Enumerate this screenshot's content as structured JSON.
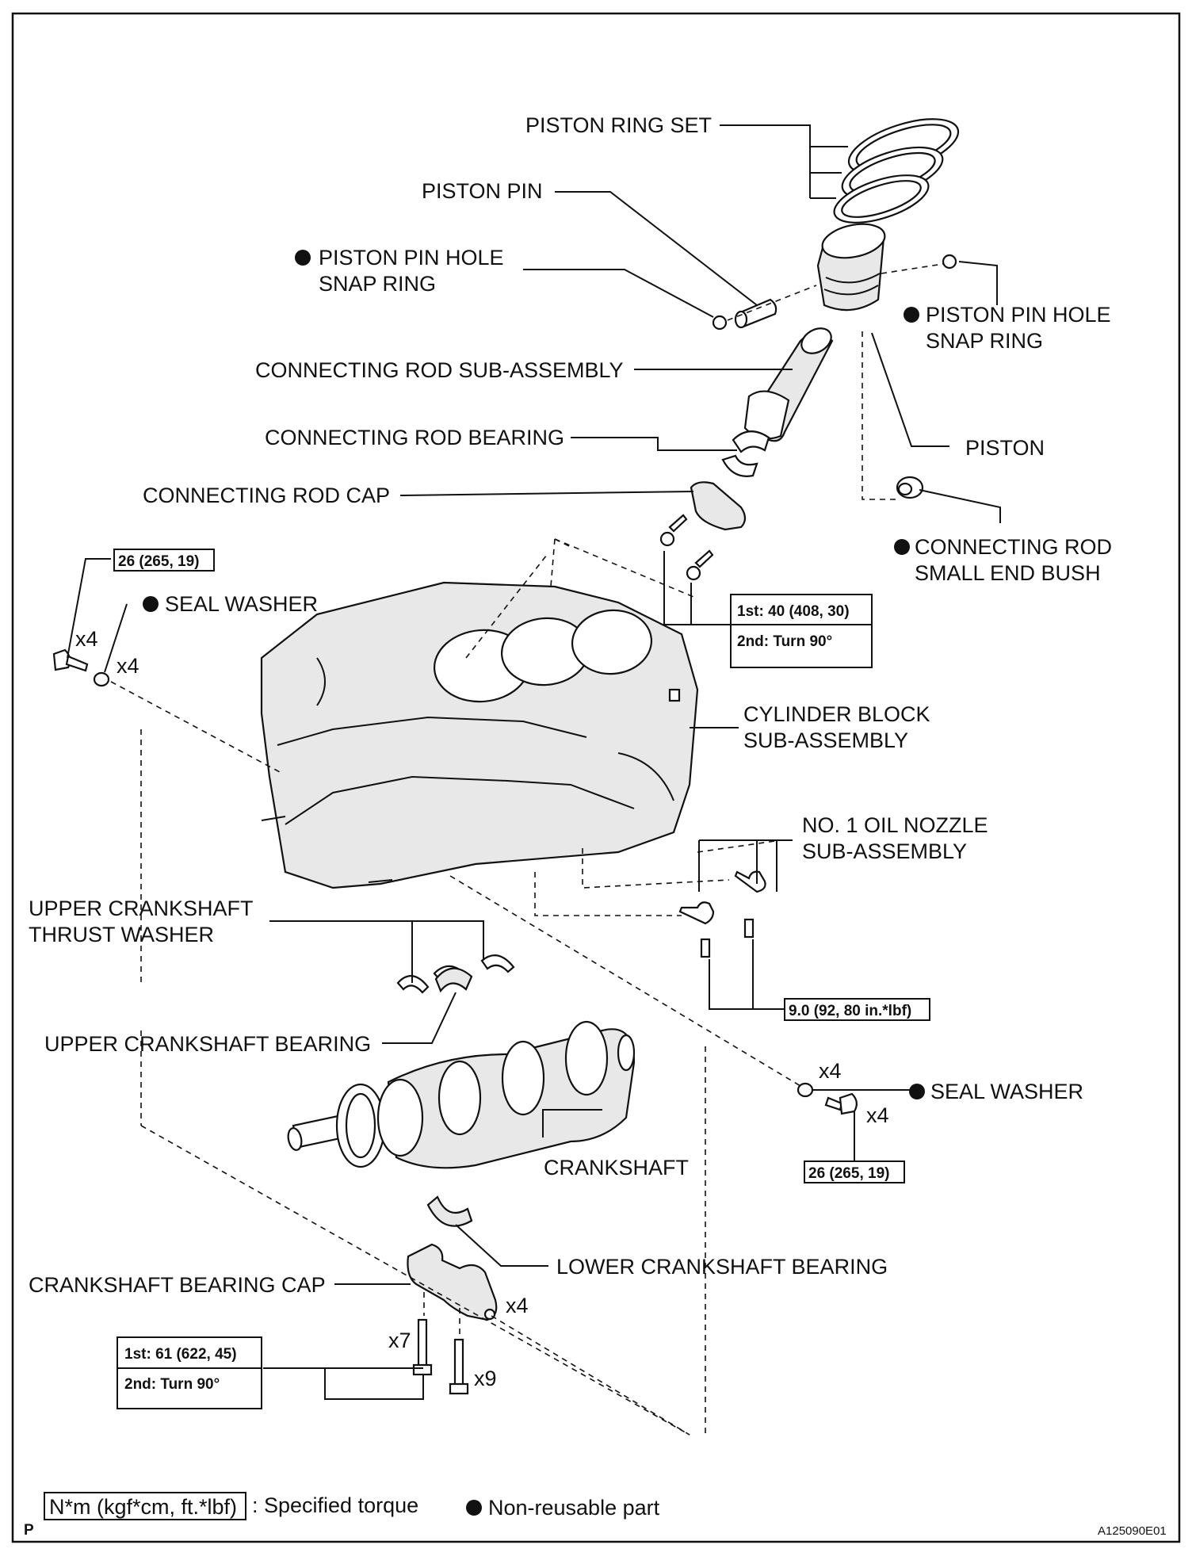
{
  "labels": {
    "piston_ring_set": "PISTON RING SET",
    "piston_pin": "PISTON PIN",
    "snap_ring_left_1": "PISTON PIN HOLE",
    "snap_ring_left_2": "SNAP RING",
    "snap_ring_right_1": "PISTON PIN HOLE",
    "snap_ring_right_2": "SNAP RING",
    "connecting_rod_sub_assembly": "CONNECTING ROD SUB-ASSEMBLY",
    "connecting_rod_bearing": "CONNECTING ROD BEARING",
    "piston": "PISTON",
    "connecting_rod_cap": "CONNECTING ROD CAP",
    "small_end_bush_1": "CONNECTING ROD",
    "small_end_bush_2": "SMALL END BUSH",
    "seal_washer_left": "SEAL WASHER",
    "seal_washer_right": "SEAL WASHER",
    "cylinder_block_1": "CYLINDER BLOCK",
    "cylinder_block_2": "SUB-ASSEMBLY",
    "oil_nozzle_1": "NO. 1 OIL NOZZLE",
    "oil_nozzle_2": "SUB-ASSEMBLY",
    "thrust_washer_1": "UPPER CRANKSHAFT",
    "thrust_washer_2": "THRUST WASHER",
    "upper_bearing": "UPPER CRANKSHAFT BEARING",
    "crankshaft": "CRANKSHAFT",
    "lower_bearing": "LOWER CRANKSHAFT BEARING",
    "bearing_cap": "CRANKSHAFT BEARING CAP"
  },
  "quantities": {
    "bolt_left": "x4",
    "washer_left": "x4",
    "washer_right": "x4",
    "bolt_right": "x4",
    "cap": "x4",
    "bolt_a": "x7",
    "bolt_b": "x9"
  },
  "torque": {
    "left_bolt": "26 (265, 19)",
    "rod_cap_1": "1st: 40 (408, 30)",
    "rod_cap_2": "2nd: Turn 90°",
    "oil_nozzle": "9.0 (92, 80 in.*lbf)",
    "right_bolt": "26 (265, 19)",
    "bearing_cap_1": "1st: 61 (622, 45)",
    "bearing_cap_2": "2nd: Turn 90°"
  },
  "legend": {
    "torque_box": "N*m (kgf*cm, ft.*lbf)",
    "torque_desc": ": Specified torque",
    "non_reusable": "Non-reusable part"
  },
  "footer": {
    "left_code": "P",
    "right_code": "A125090E01"
  },
  "icons": {
    "non_reusable_marker": "filled-circle-icon"
  }
}
